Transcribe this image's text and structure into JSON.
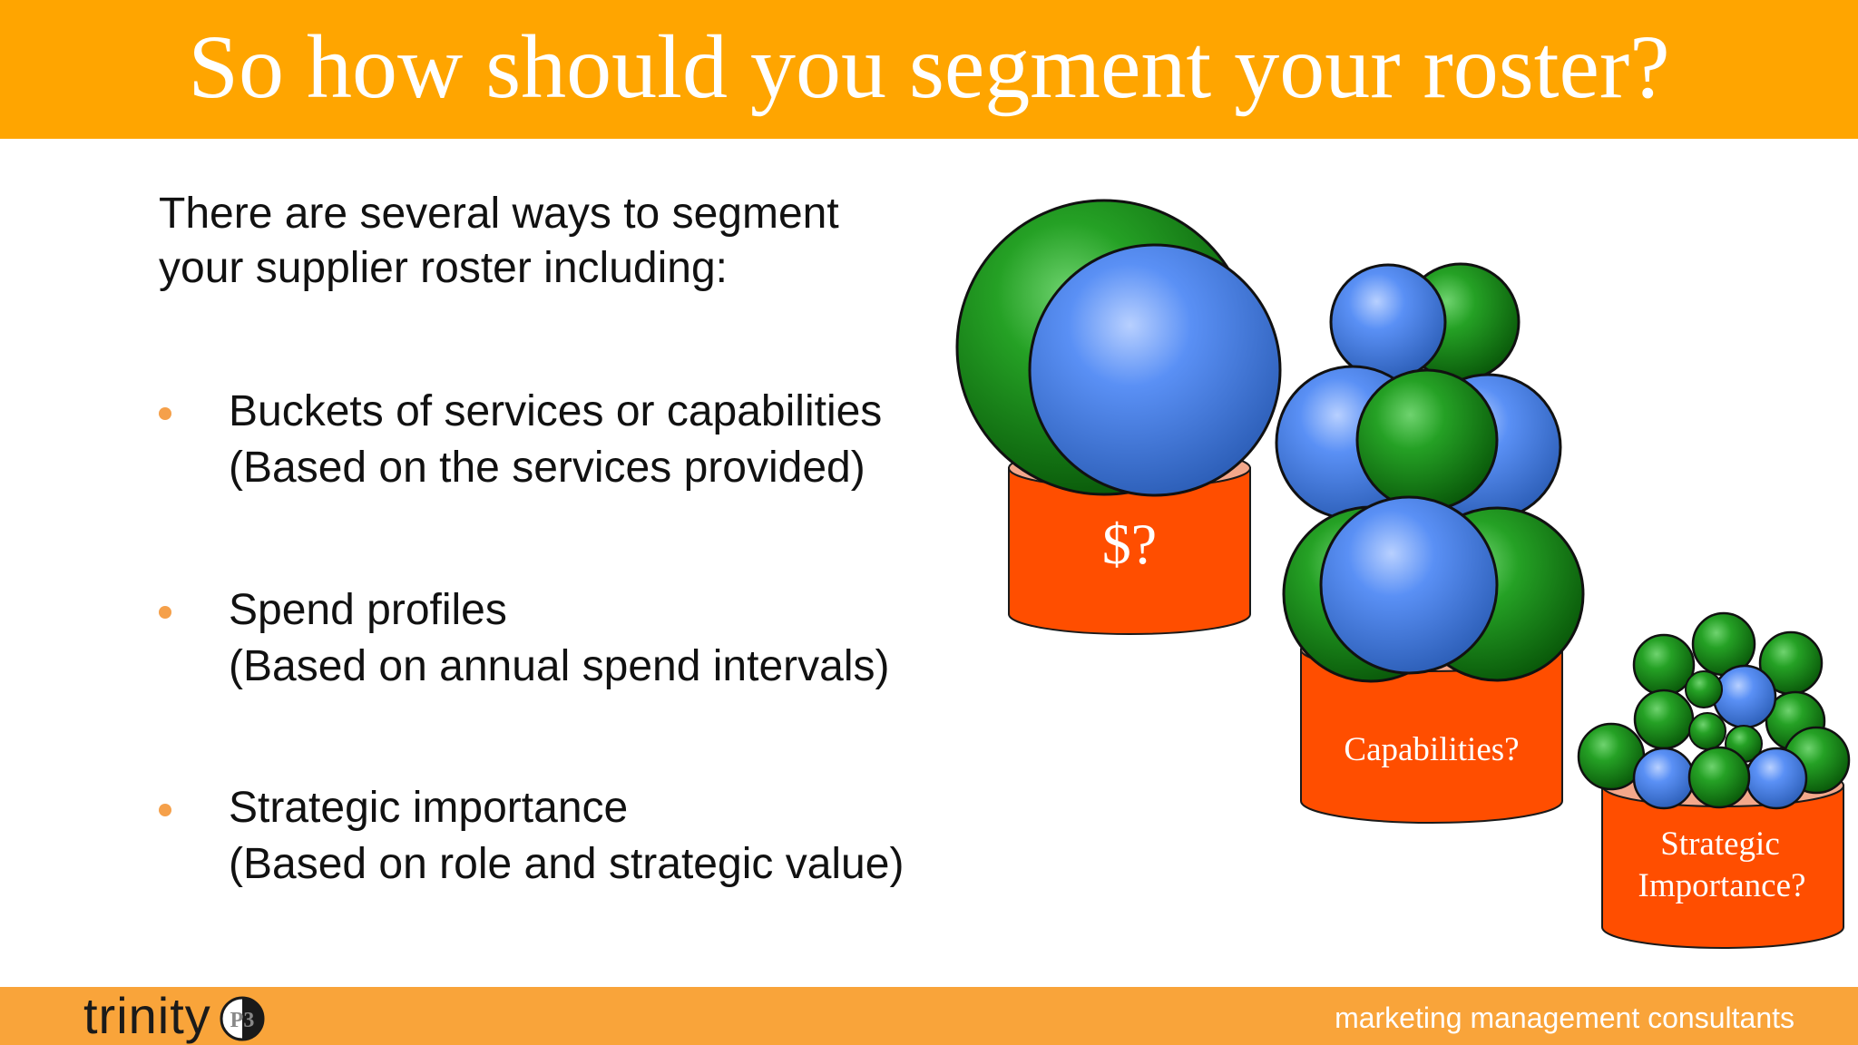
{
  "slide": {
    "title": "So how should you segment your roster?",
    "intro": [
      "There are several ways to segment",
      "your supplier roster including:"
    ],
    "bullets": [
      {
        "line1": "Buckets of services or capabilities",
        "line2": "(Based on the services provided)"
      },
      {
        "line1": "Spend profiles",
        "line2": "(Based on annual spend intervals)"
      },
      {
        "line1": "Strategic importance",
        "line2": "(Based on role and strategic value)"
      }
    ]
  },
  "graphic": {
    "buckets": [
      {
        "label_lines": [
          "$?"
        ]
      },
      {
        "label_lines": [
          "Capabilities?"
        ]
      },
      {
        "label_lines": [
          "Strategic",
          "Importance?"
        ]
      }
    ],
    "colors": {
      "bucket": "#FF4E00",
      "bucket_top": "#F3A88B",
      "ball_green": "#1E8C1E",
      "ball_blue": "#4D88F0"
    }
  },
  "footer": {
    "logo_text": "trinity",
    "logo_badge": "P3",
    "tagline": "marketing management consultants"
  },
  "colors": {
    "title_bar": "#FFA500",
    "footer_bar": "#F9A43A",
    "bullet_dot": "#F5A04A"
  }
}
